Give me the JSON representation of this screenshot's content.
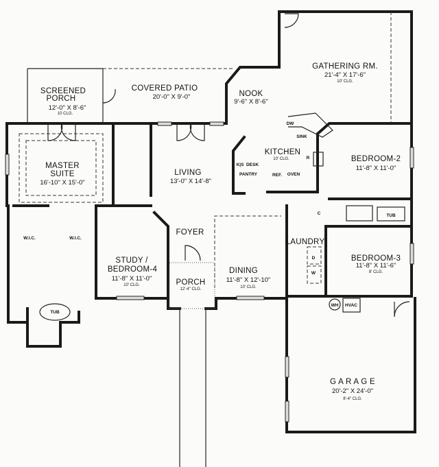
{
  "rooms": {
    "gathering": {
      "name": "GATHERING RM.",
      "dims": "21'-4\" X 17'-6\"",
      "ceiling": "10' CLG."
    },
    "nook": {
      "name": "NOOK",
      "dims": "9'-6\" X 8'-6\""
    },
    "screened_porch": {
      "name1": "SCREENED",
      "name2": "PORCH",
      "dims": "12'-0\" X 8'-6\"",
      "ceiling": "10 CLG."
    },
    "covered_patio": {
      "name": "COVERED PATIO",
      "dims": "20'-0\" X 9'-0\""
    },
    "master": {
      "name1": "MASTER",
      "name2": "SUITE",
      "dims": "16'-10\" X 15'-0\""
    },
    "living": {
      "name": "LIVING",
      "dims": "13'-0\" X 14'-8\""
    },
    "kitchen": {
      "name": "KITCHEN",
      "ceiling": "10' CLG."
    },
    "bedroom2": {
      "name": "BEDROOM-2",
      "dims": "11'-8\" X 11'-0\""
    },
    "foyer": {
      "name": "FOYER"
    },
    "study": {
      "name1": "STUDY /",
      "name2": "BEDROOM-4",
      "dims": "11'-8\" X 11'-0\"",
      "ceiling": "10' CLG."
    },
    "porch": {
      "name": "PORCH",
      "ceiling": "12'-4\" CLG."
    },
    "dining": {
      "name": "DINING",
      "dims": "11'-8\" X 12'-10\"",
      "ceiling": "10' CLG."
    },
    "laundry": {
      "name": "LAUNDRY"
    },
    "bedroom3": {
      "name": "BEDROOM-3",
      "dims": "11'-8\" X 11'-6\"",
      "ceiling": "8' CLG."
    },
    "garage": {
      "name": "G A R A G E",
      "dims": "20'-2\" X 24'-0\"",
      "ceiling": "8'-4\" CLG."
    }
  },
  "fixtures": {
    "wic1": "W.I.C.",
    "wic2": "W.I.C.",
    "tub_master": "TUB",
    "tub_bath2": "TUB",
    "dw": "DW",
    "sink": "SINK",
    "range": "R",
    "ref": "REF.",
    "oven": "OVEN",
    "ks": "K|S",
    "desk": "DESK",
    "pantry": "PANTRY",
    "closet": "C",
    "dryer": "D",
    "washer": "W",
    "wh": "WH",
    "hvac": "HVAC"
  }
}
